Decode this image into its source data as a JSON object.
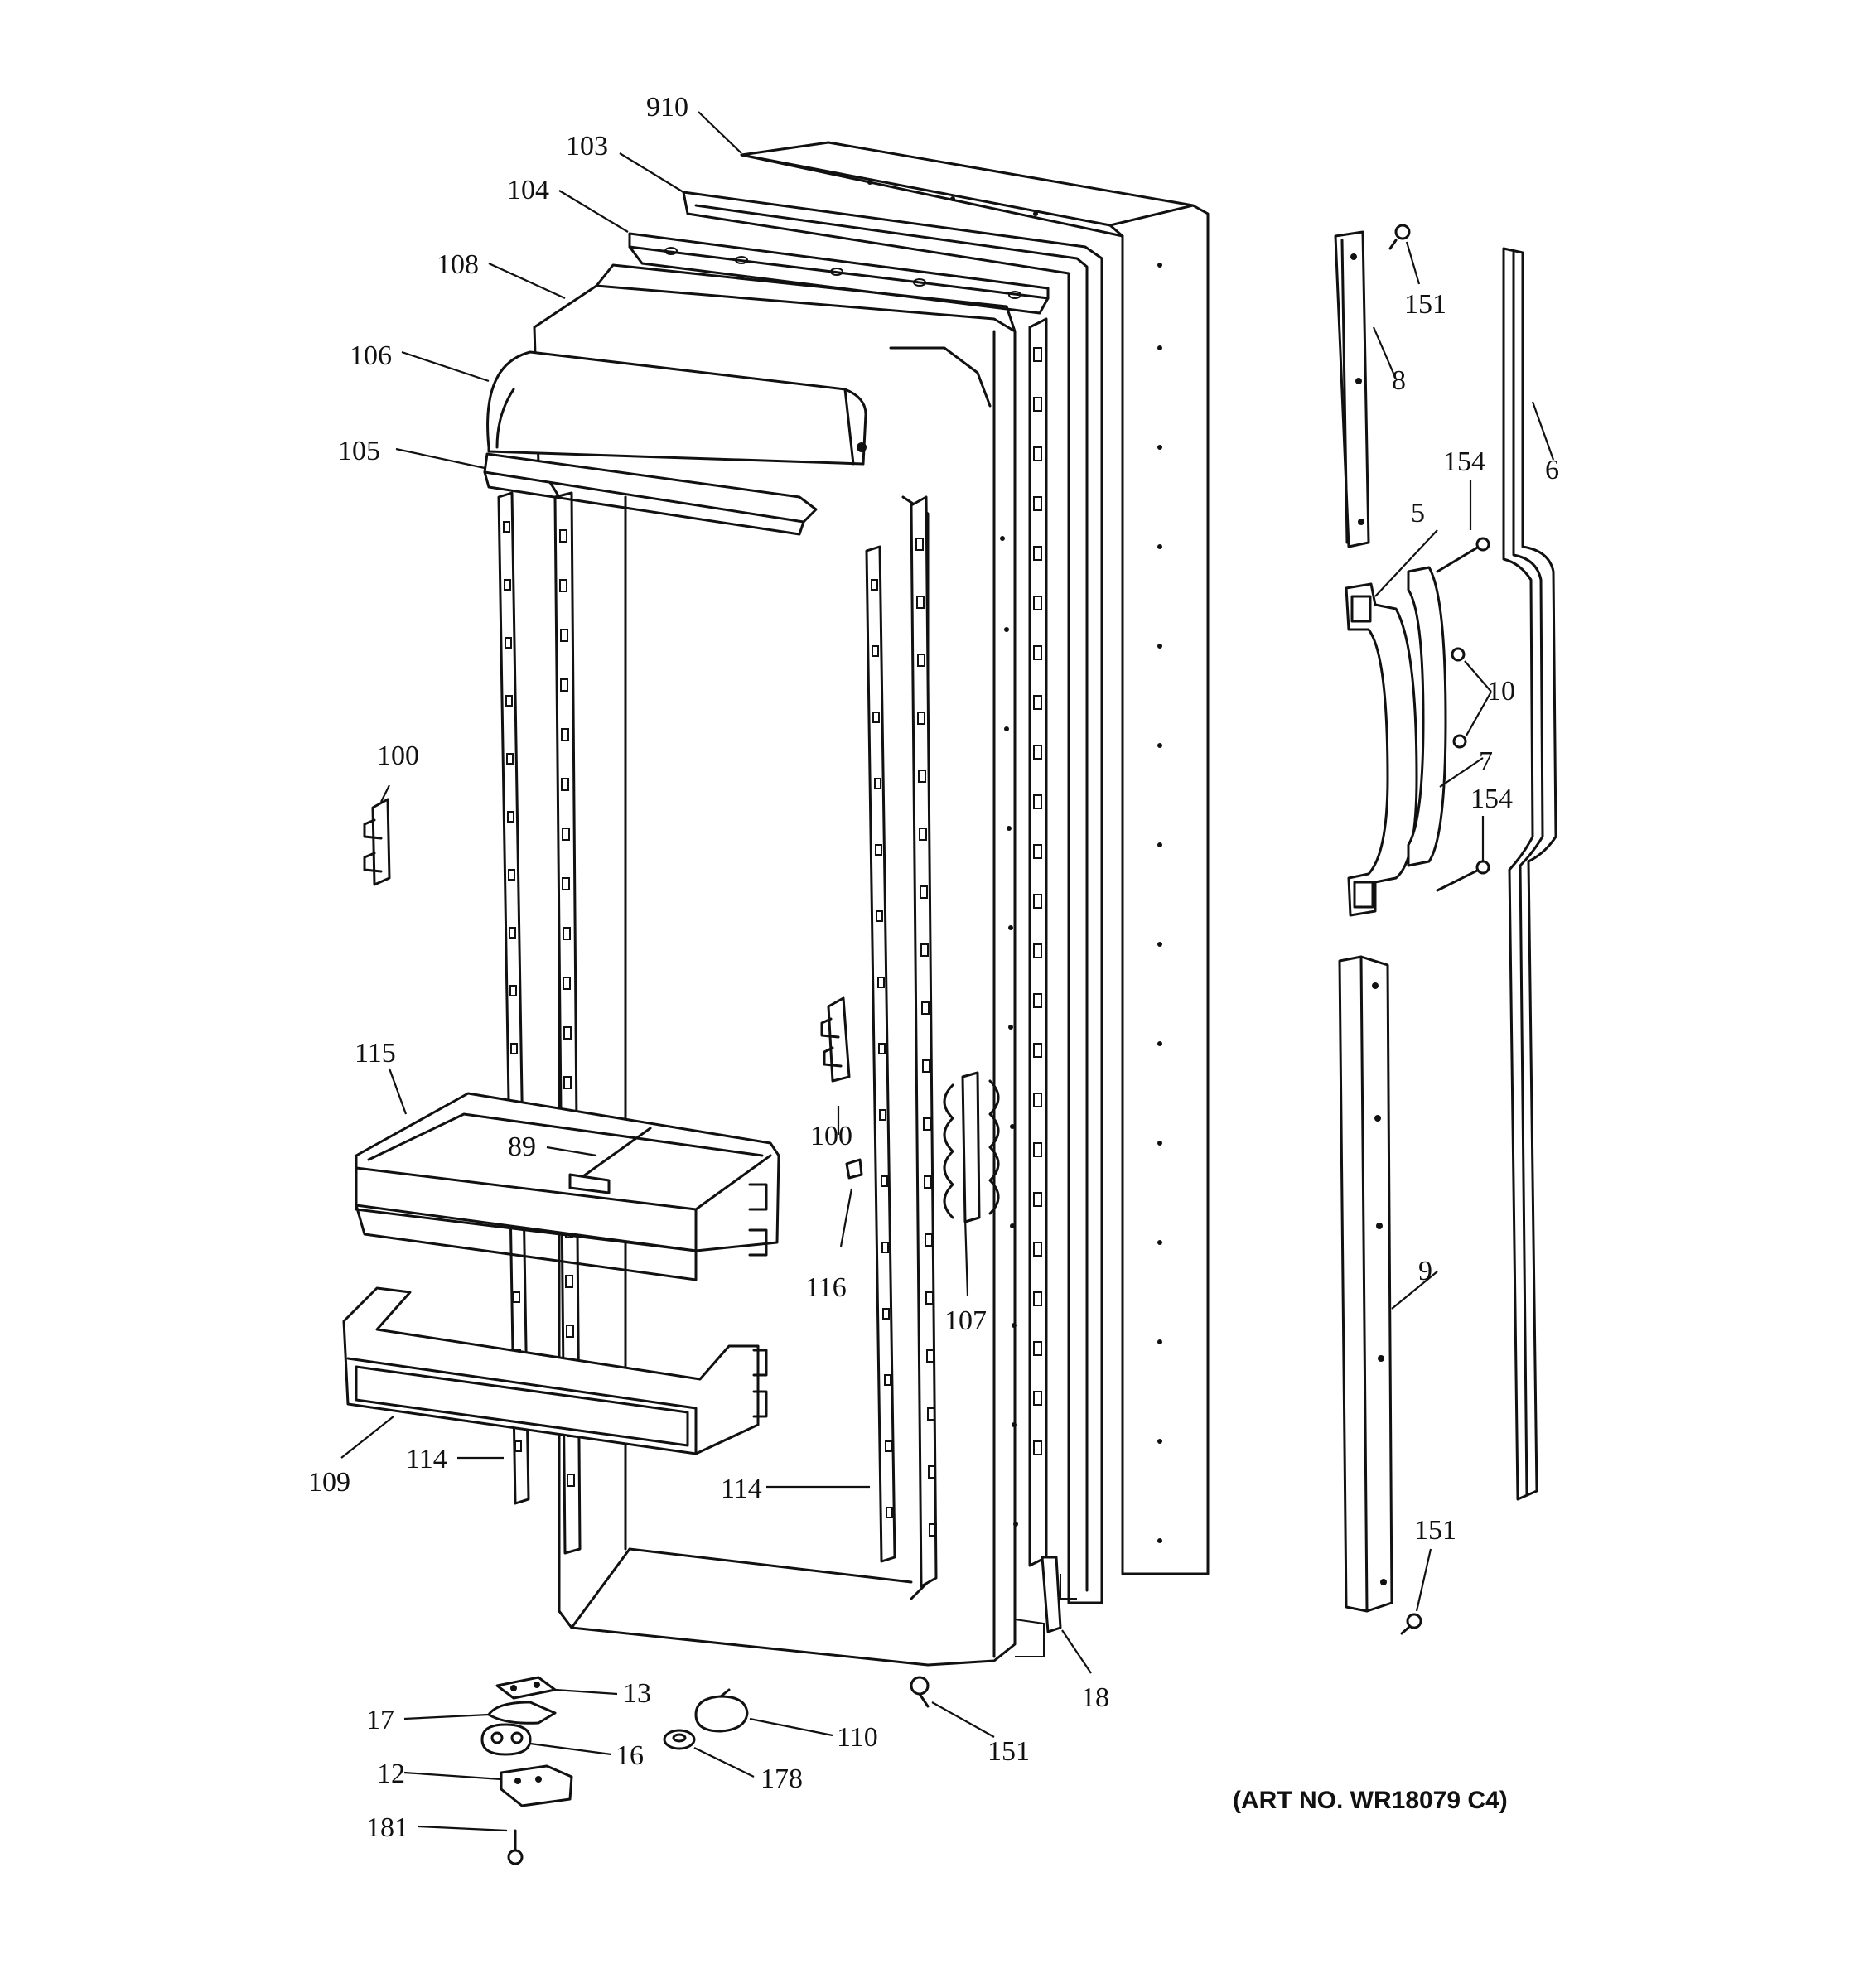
{
  "art_number": "(ART NO. WR18079 C4)",
  "callouts": {
    "c910": "910",
    "c103": "103",
    "c104": "104",
    "c108": "108",
    "c106": "106",
    "c105": "105",
    "c100a": "100",
    "c100b": "100",
    "c115": "115",
    "c89": "89",
    "c116": "116",
    "c107": "107",
    "c109": "109",
    "c114a": "114",
    "c114b": "114",
    "c18": "18",
    "c151a": "151",
    "c151b": "151",
    "c151c": "151",
    "c8": "8",
    "c154a": "154",
    "c154b": "154",
    "c5": "5",
    "c6": "6",
    "c10": "10",
    "c7": "7",
    "c9": "9",
    "c13": "13",
    "c17": "17",
    "c16": "16",
    "c12": "12",
    "c181": "181",
    "c110": "110",
    "c178": "178"
  }
}
